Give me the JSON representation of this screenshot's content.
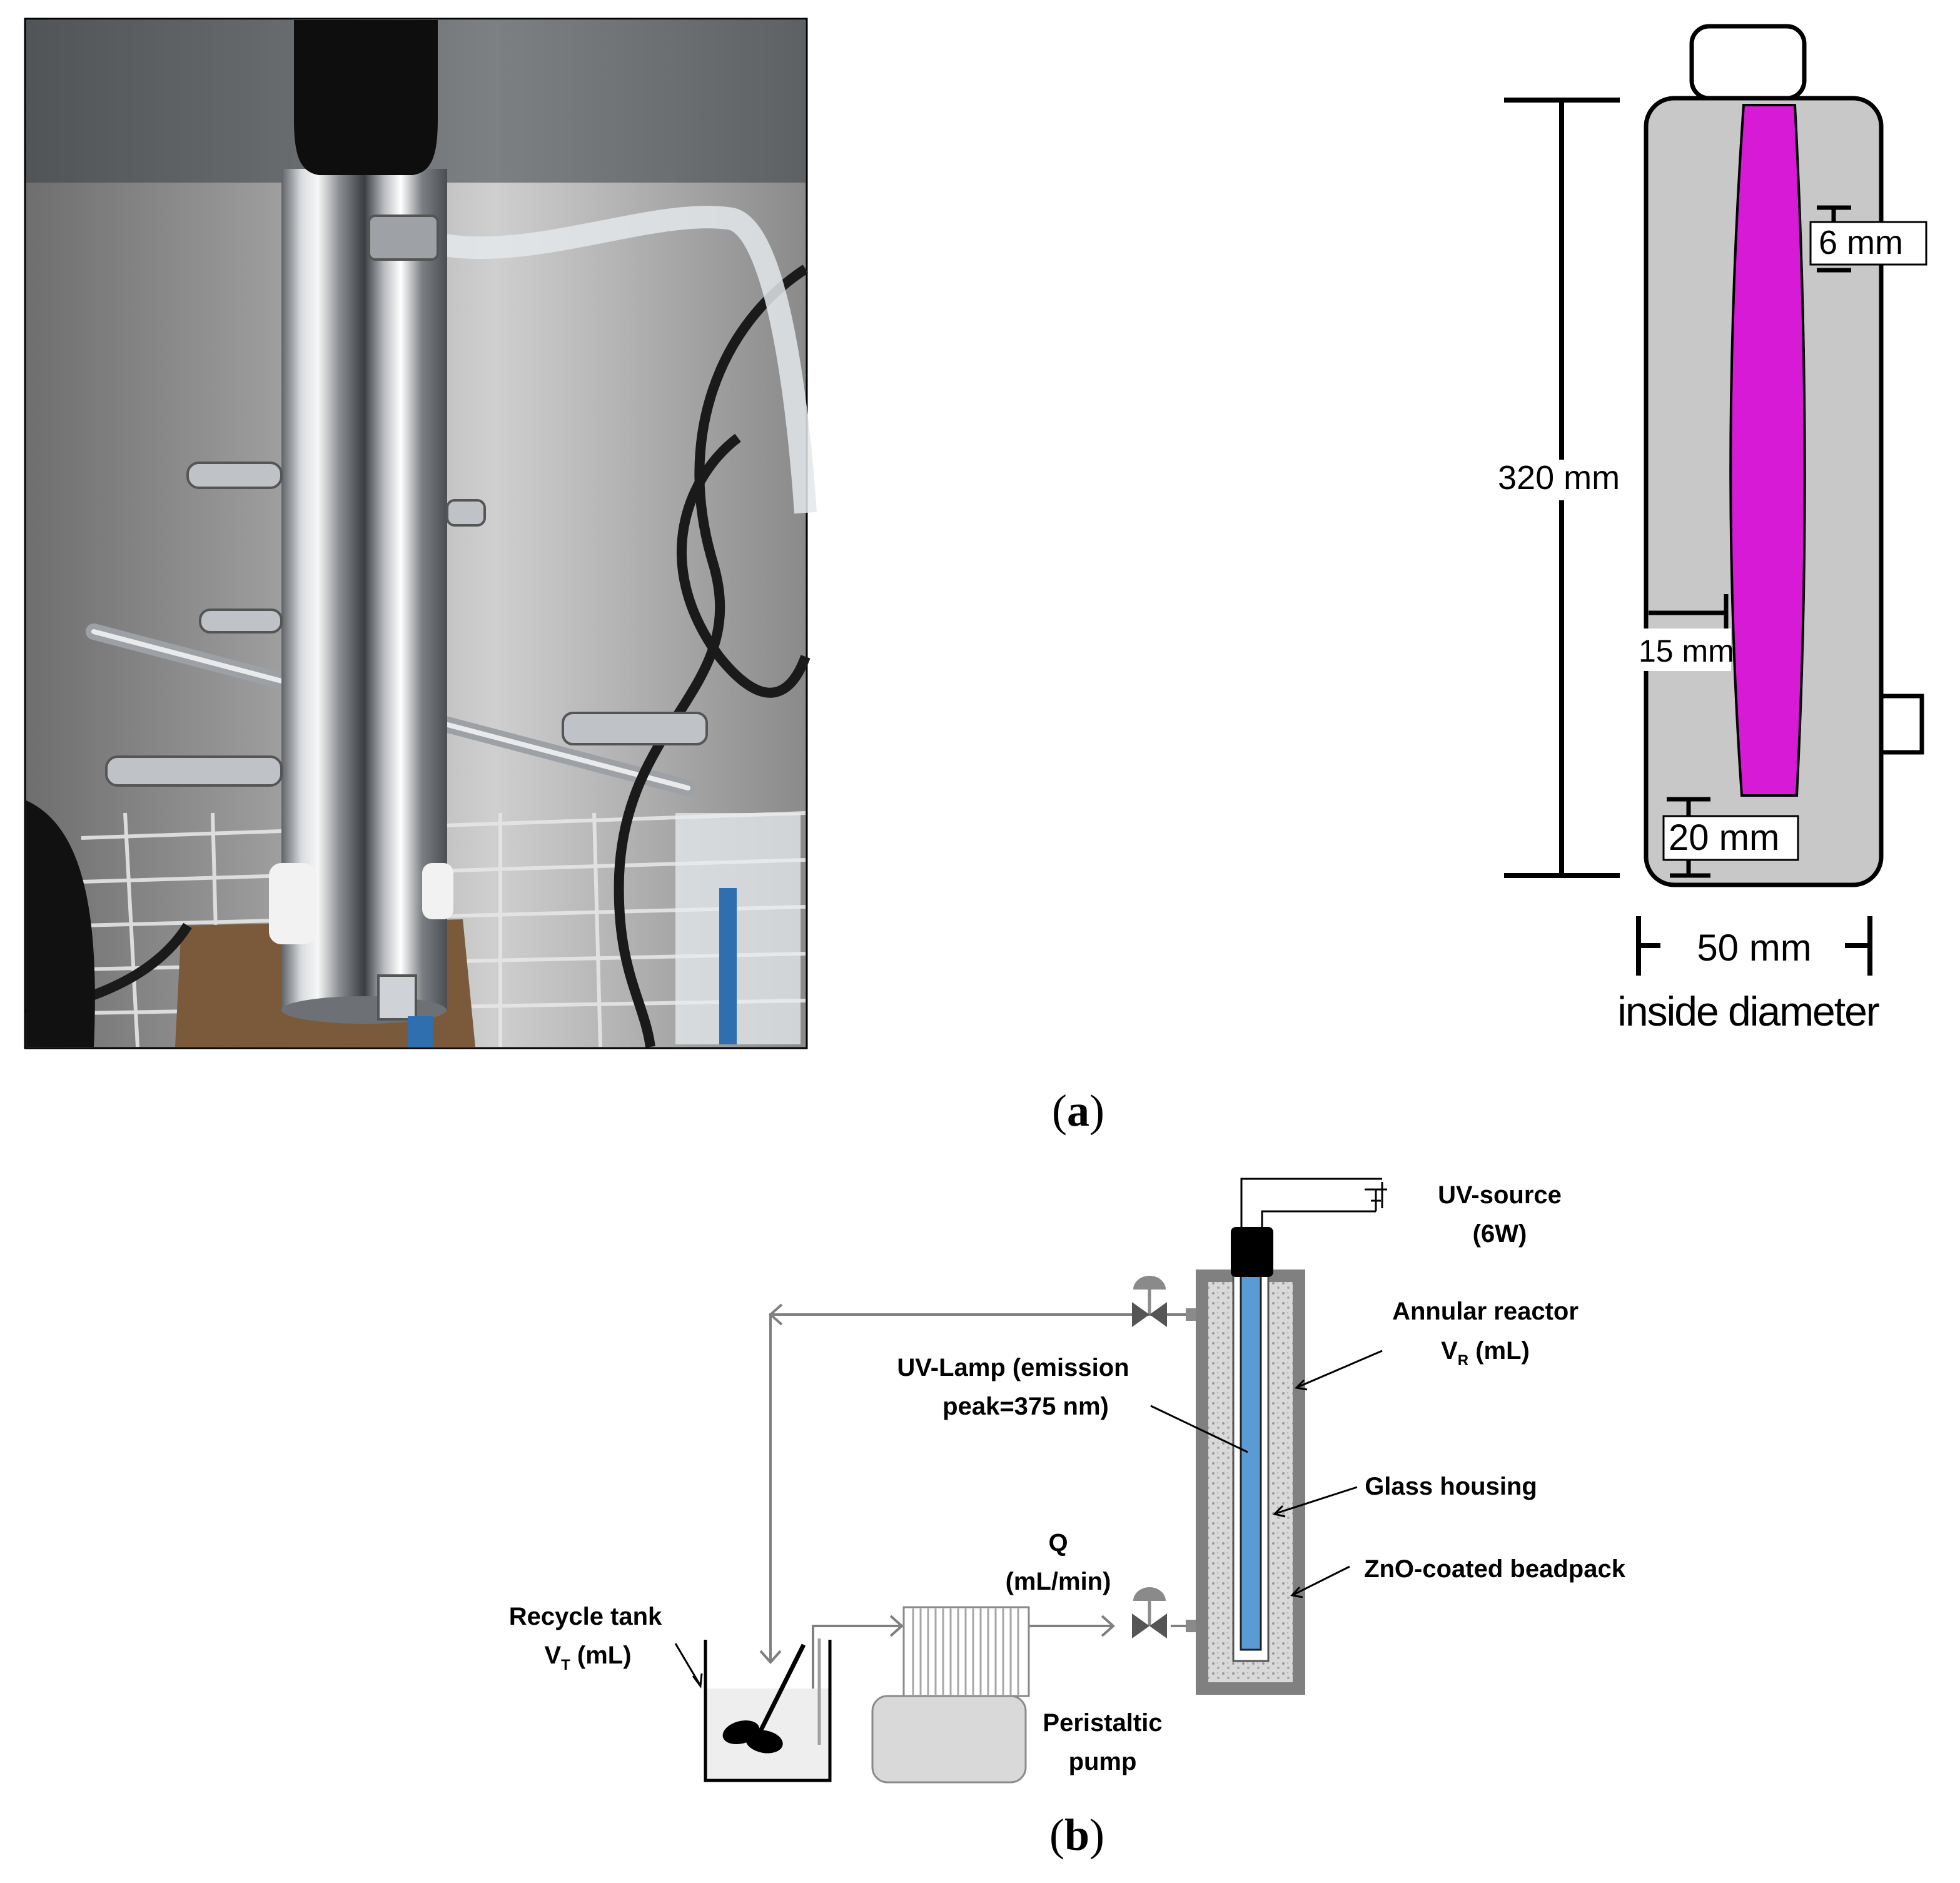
{
  "panel_a": {
    "caption": "(a)",
    "caption_letter": "a",
    "dims": {
      "height": "320 mm",
      "gap_top": "6 mm",
      "gap_side": "15 mm",
      "gap_bottom": "20 mm",
      "diameter": "50 mm",
      "diameter_note": "inside diameter"
    },
    "colors": {
      "reactor_body": "#c8c8c8",
      "uv_lamp": "#d61ad6"
    }
  },
  "panel_b": {
    "caption": "(b)",
    "caption_letter": "b",
    "labels": {
      "uv_source": [
        "UV-source",
        "(6W)"
      ],
      "annular_reactor": "Annular reactor",
      "reactor_volume": {
        "symbol": "V",
        "subscript": "R",
        "unit": " (mL)"
      },
      "uv_lamp": [
        "UV-Lamp (emission",
        "peak=375 nm)"
      ],
      "glass_housing": "Glass housing",
      "beadpack": "ZnO-coated beadpack",
      "flow": [
        "Q",
        "(mL/min)"
      ],
      "recycle_tank": "Recycle tank",
      "tank_volume": {
        "symbol": "V",
        "subscript": "T",
        "unit": " (mL)"
      },
      "pump": [
        "Peristaltic",
        "pump"
      ]
    },
    "colors": {
      "lamp": "#5b9bd5",
      "beadpack": "#d9d9d9",
      "reactor_wall": "#808080",
      "pump": "#d9d9d9",
      "liquid": "#eeeeee"
    }
  }
}
